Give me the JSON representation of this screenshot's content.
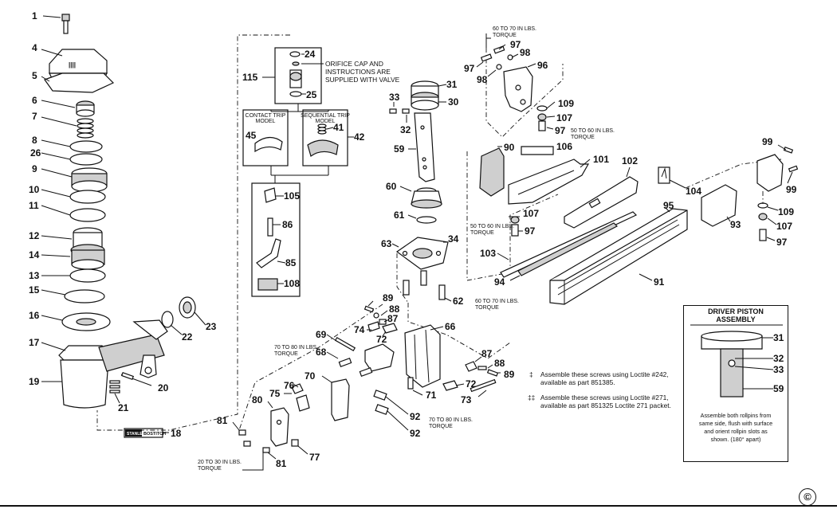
{
  "part_numbers": {
    "p1": "1",
    "p4": "4",
    "p5": "5",
    "p6": "6",
    "p7": "7",
    "p8": "8",
    "p26": "26",
    "p9": "9",
    "p10": "10",
    "p11": "11",
    "p12": "12",
    "p14": "14",
    "p13": "13",
    "p15": "15",
    "p16": "16",
    "p17": "17",
    "p19": "19",
    "p20": "20",
    "p21": "21",
    "p22": "22",
    "p23": "23",
    "p18": "18",
    "p115": "115",
    "p24": "24",
    "p25": "25",
    "p45": "45",
    "p41": "41",
    "p42": "42",
    "p105": "105",
    "p86": "86",
    "p85": "85",
    "p108": "108",
    "p33": "33",
    "p32": "32",
    "p31": "31",
    "p30": "30",
    "p59": "59",
    "p60": "60",
    "p61": "61",
    "p63": "63",
    "p34": "34",
    "p62": "62",
    "p97a": "97",
    "p97b": "97",
    "p98a": "98",
    "p98b": "98",
    "p96": "96",
    "p109a": "109",
    "p107a": "107",
    "p97c": "97",
    "p90": "90",
    "p106": "106",
    "p101": "101",
    "p102": "102",
    "p104": "104",
    "p107b": "107",
    "p97d": "97",
    "p103": "103",
    "p95": "95",
    "p94": "94",
    "p91": "91",
    "p99a": "99",
    "p99b": "99",
    "p93": "93",
    "p109b": "109",
    "p107c": "107",
    "p97e": "97",
    "p89a": "89",
    "p88a": "88",
    "p87a": "87",
    "p74": "74",
    "p72a": "72",
    "p69": "69",
    "p68": "68",
    "p66": "66",
    "p70": "70",
    "p76": "76",
    "p75": "75",
    "p80": "80",
    "p81a": "81",
    "p81b": "81",
    "p77": "77",
    "p92a": "92",
    "p92b": "92",
    "p71": "71",
    "p73": "73",
    "p72b": "72",
    "p87b": "87",
    "p88b": "88",
    "p89b": "89"
  },
  "notes": {
    "orifice_line1": "ORIFICE CAP AND",
    "orifice_line2": "INSTRUCTIONS ARE",
    "orifice_line3": "SUPPLIED WITH VALVE",
    "contact_trip_line1": "CONTACT TRIP",
    "contact_trip_line2": "MODEL",
    "sequential_trip_line1": "SEQUENTIAL TRIP",
    "sequential_trip_line2": "MODEL",
    "torque_top_line1": "60 TO 70 IN LBS.",
    "torque_top_line2": "TORQUE",
    "torque_107_line1": "50 TO 60 IN LBS.",
    "torque_107_line2": "TORQUE",
    "torque_97_line1": "50 TO 60 IN LBS.",
    "torque_97_line2": "TORQUE",
    "torque_62_line1": "60 TO 70 IN LBS.",
    "torque_62_line2": "TORQUE",
    "torque_68_line1": "70 TO 80 IN LBS.",
    "torque_68_line2": "TORQUE",
    "torque_92_line1": "70 TO 80 IN LBS.",
    "torque_92_line2": "TORQUE",
    "torque_81_line1": "20 TO 30 IN LBS.",
    "torque_81_line2": "TORQUE",
    "brand_stanley": "STANLEY",
    "brand_bostitch": "BOSTITCH"
  },
  "loctite_notes": {
    "note1_mark": "‡",
    "note1_line1": "Assemble these screws using Loctite #242,",
    "note1_line2": "available as part 851385.",
    "note2_mark": "‡‡",
    "note2_line1": "Assemble these screws using Loctite #271,",
    "note2_line2": "available as part 851325 Loctite 271 packet."
  },
  "legend": {
    "title": "DRIVER PISTON\nASSEMBLY",
    "p31": "31",
    "p32": "32",
    "p33": "33",
    "p59": "59",
    "note": "Assemble both rollpins from\nsame side, flush with surface\nand orient rollpin slots as\nshown. (180° apart)"
  },
  "copyright": "©"
}
